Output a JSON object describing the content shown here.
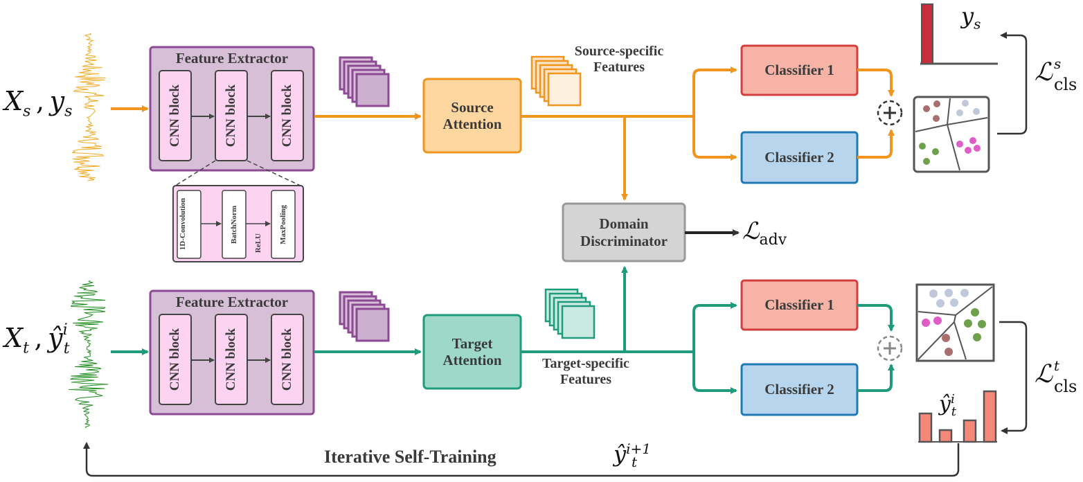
{
  "source_input": {
    "label": "X_s , y_s"
  },
  "target_input": {
    "label": "X_t , ŷ_t^i"
  },
  "source_extractor": {
    "title": "Feature Extractor",
    "blocks": [
      "CNN block",
      "CNN block",
      "CNN block"
    ]
  },
  "target_extractor": {
    "title": "Feature Extractor",
    "blocks": [
      "CNN block",
      "CNN block",
      "CNN block"
    ]
  },
  "cnn_detail": {
    "layers": [
      "1D-Convolution",
      "BatchNorm",
      "ReLU",
      "MaxPooling"
    ]
  },
  "source_attention": {
    "label": "Source Attention"
  },
  "target_attention": {
    "label": "Target Attention"
  },
  "source_features": {
    "label": "Source-specific Features"
  },
  "target_features": {
    "label": "Target-specific Features"
  },
  "domain_discriminator": {
    "label": "Domain Discriminator"
  },
  "adv_loss": {
    "symbol": "ℒ",
    "sub": "adv"
  },
  "source_classifiers": [
    "Classifier 1",
    "Classifier 2"
  ],
  "target_classifiers": [
    "Classifier 1",
    "Classifier 2"
  ],
  "source_loss": {
    "symbol": "ℒ",
    "sup": "s",
    "sub": "cls"
  },
  "target_loss": {
    "symbol": "ℒ",
    "sup": "t",
    "sub": "cls"
  },
  "source_label": {
    "base": "y",
    "sub": "s"
  },
  "pseudo_label_i": {
    "base": "ŷ",
    "sup": "i",
    "sub": "t"
  },
  "pseudo_label_next": {
    "base": "ŷ",
    "sup": "i+1",
    "sub": "t"
  },
  "self_training": {
    "label": "Iterative Self-Training"
  },
  "colors": {
    "source": "#F0961E",
    "target": "#1E9B7D",
    "extractor_fill": "#D8BFD8",
    "extractor_stroke": "#8B4A93",
    "block_fill": "#FCD3F0",
    "attention_src": "#FDD6A0",
    "attention_tgt": "#9ED8C8",
    "classifier1": "#F7B3A6",
    "classifier2": "#B7D6EE",
    "discriminator": "#D4D4D4"
  }
}
